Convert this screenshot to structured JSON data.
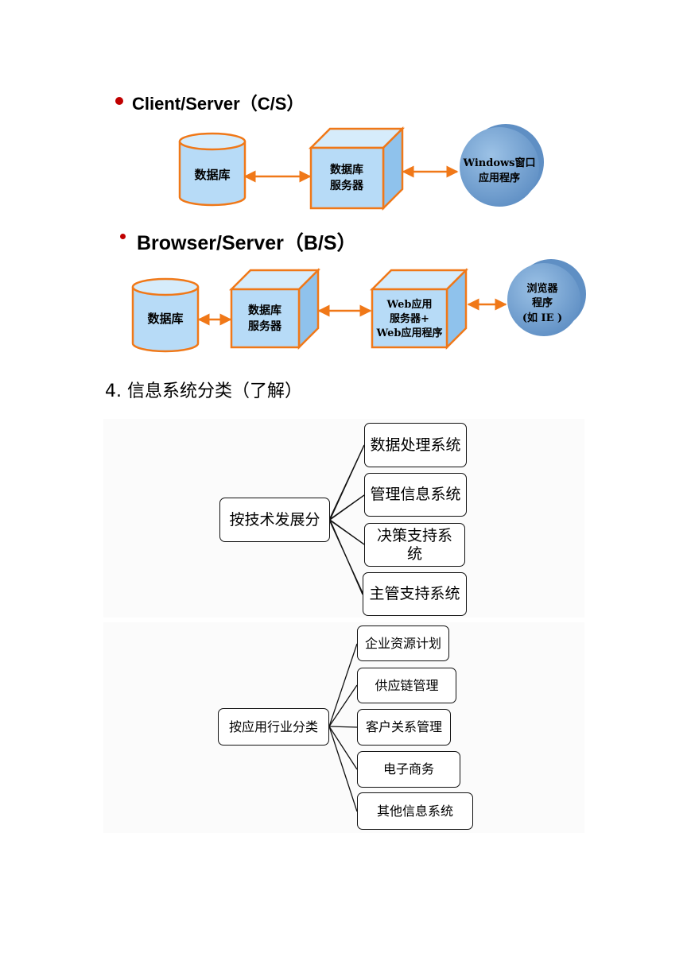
{
  "cs": {
    "title": "Client/Server（C/S）",
    "db_label": "数据库",
    "server_label_1": "数据库",
    "server_label_2": "服务器",
    "client_label_1": "Windows窗口",
    "client_label_2": "应用程序"
  },
  "bs": {
    "title": "Browser/Server（B/S）",
    "db_label": "数据库",
    "server_label_1": "数据库",
    "server_label_2": "服务器",
    "web_label_1": "Web应用",
    "web_label_2": "服务器+",
    "web_label_3": "Web应用程序",
    "browser_label_1": "浏览器",
    "browser_label_2": "程序",
    "browser_label_3": "(如 IE )"
  },
  "section4": {
    "heading": "4.  信息系统分类（了解）"
  },
  "tree_tech": {
    "root": "按技术发展分",
    "children": [
      "数据处理系统",
      "管理信息系统",
      "决策支持系统",
      "主管支持系统"
    ]
  },
  "tree_industry": {
    "root": "按应用行业分类",
    "children": [
      "企业资源计划",
      "供应链管理",
      "客户关系管理",
      "电子商务",
      "其他信息系统"
    ]
  },
  "colors": {
    "bullet": "#c00000",
    "shape_fill": "#b7dbf7",
    "shape_stroke": "#f07818",
    "arrow": "#f07818",
    "sphere_fill": "#7ba9d6"
  }
}
